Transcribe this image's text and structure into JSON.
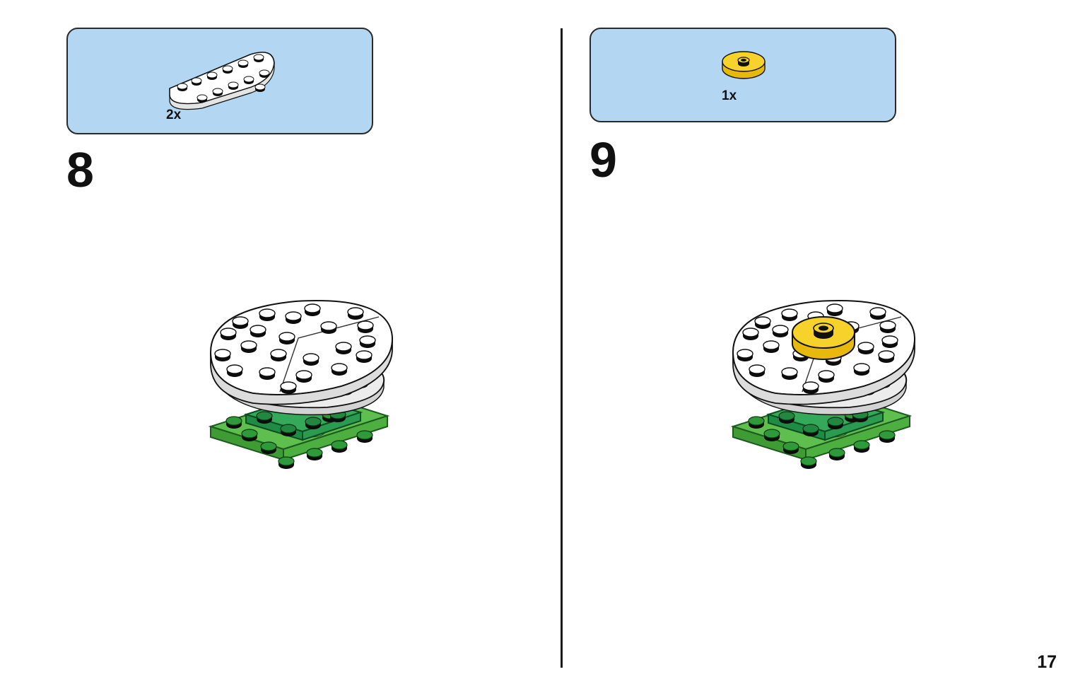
{
  "page_number": "17",
  "steps": [
    {
      "number": "8",
      "parts": [
        {
          "qty": "2x",
          "part_icon": "white-half-round-plate-icon",
          "color": "#ffffff"
        }
      ]
    },
    {
      "number": "9",
      "parts": [
        {
          "qty": "1x",
          "part_icon": "yellow-round-tile-icon",
          "color": "#f5ce1e"
        }
      ]
    }
  ],
  "colors": {
    "parts_box_bg": "#b3d7f3",
    "plate_green": "#56b947",
    "plate_dark_green": "#2ea352",
    "flower_white": "#ffffff",
    "flower_yellow": "#f5ce1e"
  }
}
